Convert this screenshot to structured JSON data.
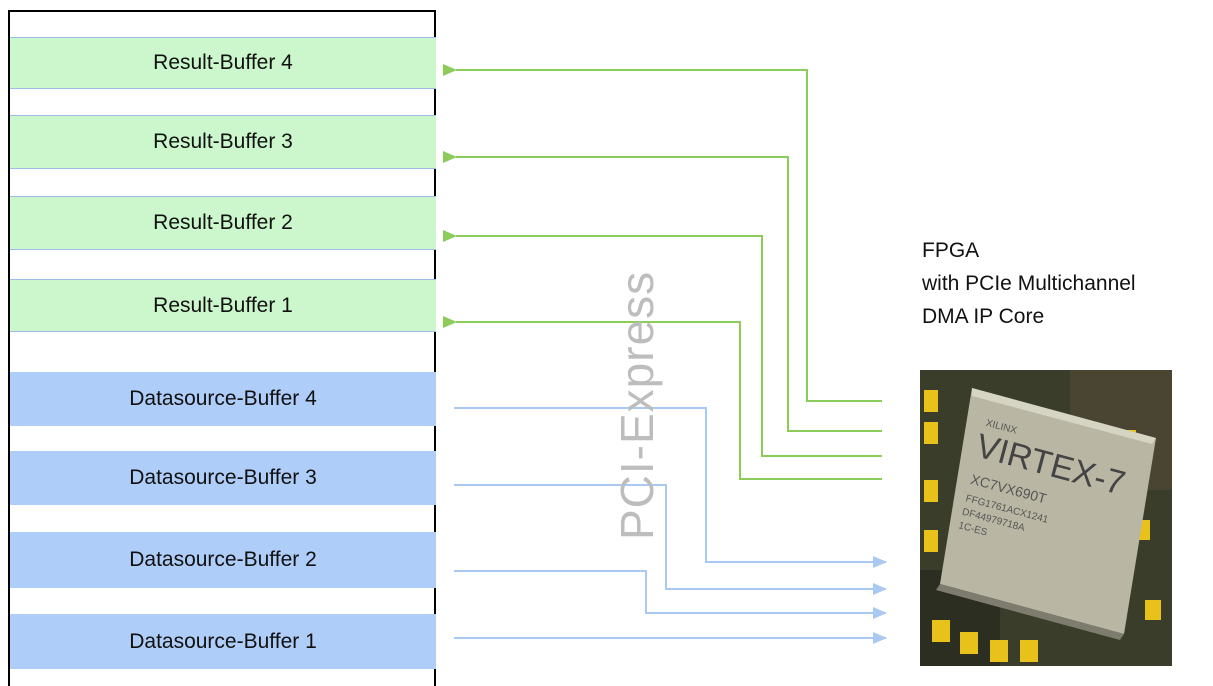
{
  "result_buffers": [
    {
      "label": "Result-Buffer 4"
    },
    {
      "label": "Result-Buffer 3"
    },
    {
      "label": "Result-Buffer 2"
    },
    {
      "label": "Result-Buffer 1"
    }
  ],
  "datasource_buffers": [
    {
      "label": "Datasource-Buffer 4"
    },
    {
      "label": "Datasource-Buffer 3"
    },
    {
      "label": "Datasource-Buffer 2"
    },
    {
      "label": "Datasource-Buffer 1"
    }
  ],
  "bus_label": "PCI-Express",
  "fpga_caption": {
    "line1": "FPGA",
    "line2": "with PCIe Multichannel",
    "line3": "DMA IP Core"
  },
  "chip": {
    "brand": "XILINX",
    "name": "VIRTEX-7",
    "part": "XC7VX690T",
    "codes": [
      "FFG1761ACX1241",
      "DF44979718A",
      "1C-ES"
    ]
  },
  "colors": {
    "result_fill": "#ccf7cc",
    "data_fill": "#aecdf8",
    "result_arrow": "#8ccc5a",
    "data_arrow": "#a9c8f2",
    "bus_text": "#bdbdbd"
  }
}
